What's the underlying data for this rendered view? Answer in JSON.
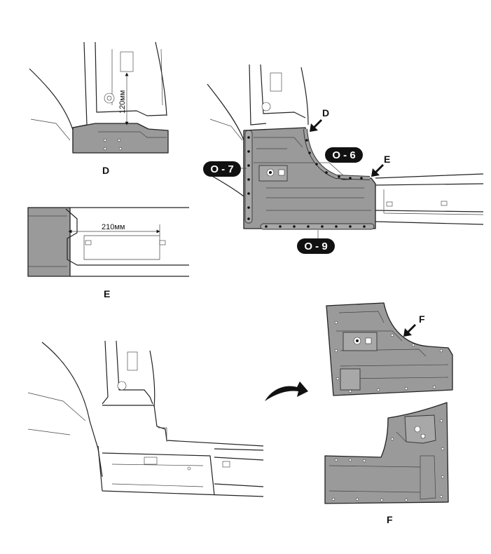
{
  "captions": {
    "detail_d": "D",
    "detail_e": "E",
    "detail_f": "F",
    "arrow_d": "D",
    "arrow_e": "E",
    "arrow_f": "F"
  },
  "dimensions": {
    "vertical": "120мм",
    "horizontal": "210мм"
  },
  "badges": {
    "o6": "O - 6",
    "o7": "O - 7",
    "o9": "O - 9"
  },
  "colors": {
    "panel_fill": "#9a9a9a",
    "badge_fill": "#111111",
    "line": "#222222"
  }
}
